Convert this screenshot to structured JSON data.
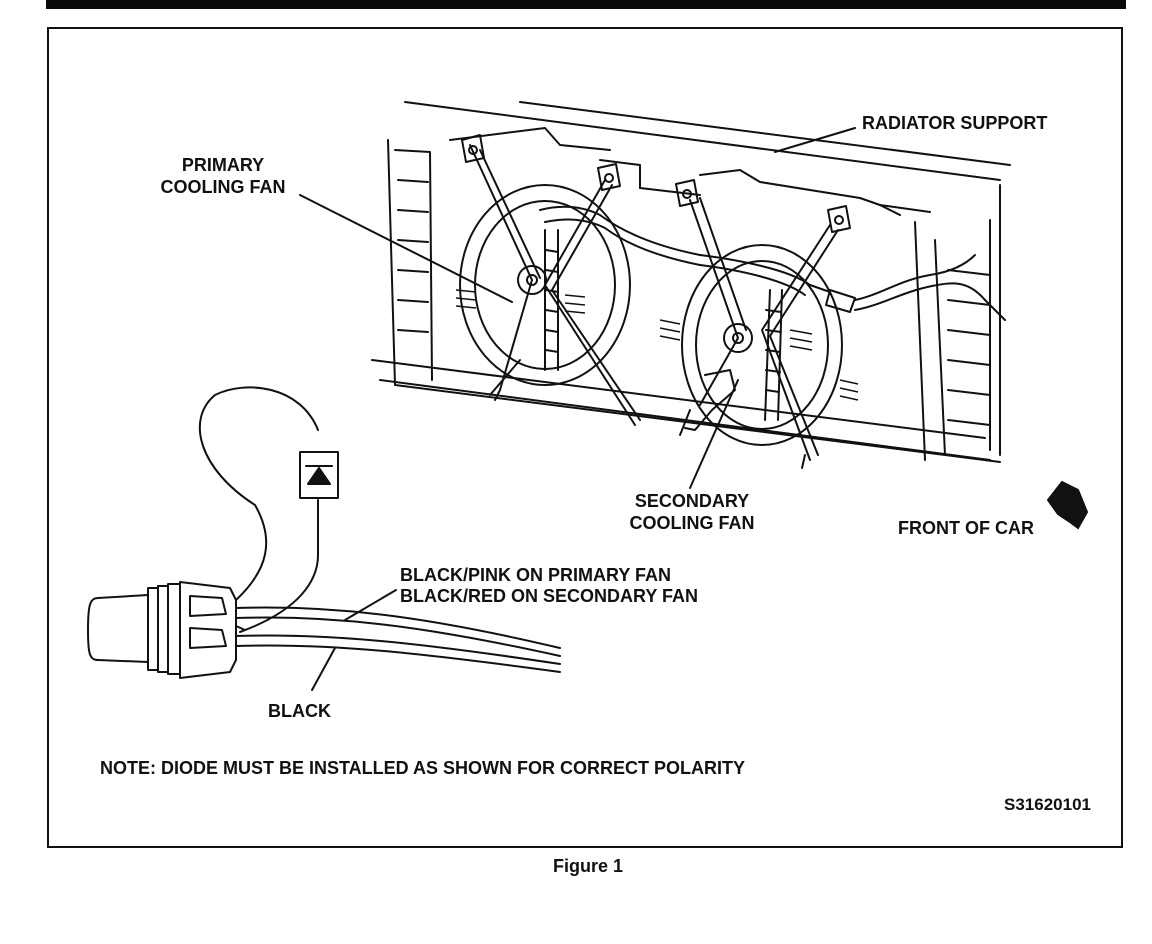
{
  "figure": {
    "caption": "Figure 1",
    "code": "S31620101",
    "note": "NOTE:  DIODE MUST BE INSTALLED AS SHOWN FOR CORRECT POLARITY"
  },
  "labels": {
    "radiator_support": "RADIATOR SUPPORT",
    "primary_fan_line1": "PRIMARY",
    "primary_fan_line2": "COOLING FAN",
    "secondary_fan_line1": "SECONDARY",
    "secondary_fan_line2": "COOLING FAN",
    "front_of_car": "FRONT OF CAR",
    "wire_pink": "BLACK/PINK ON PRIMARY FAN",
    "wire_red": "BLACK/RED ON SECONDARY FAN",
    "wire_black": "BLACK"
  },
  "colors": {
    "ink": "#111111",
    "paper": "#ffffff"
  }
}
